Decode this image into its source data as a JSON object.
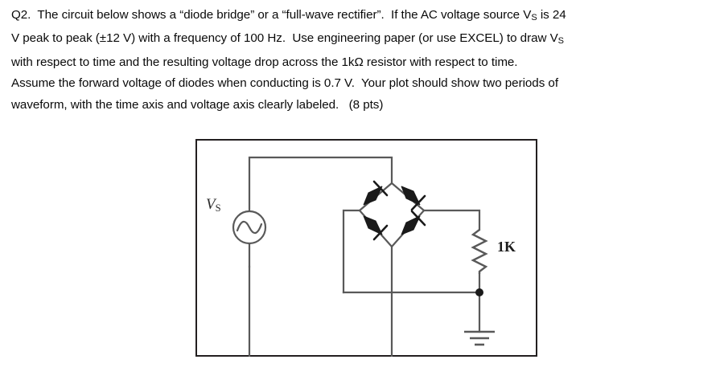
{
  "document": {
    "question_id": "Q2.",
    "lines": [
      {
        "id": "line1",
        "segments": [
          {
            "text": "Q2.  The circuit below shows a “diode bridge” or a “full-wave rectifier”.  If the AC voltage source V"
          },
          {
            "text": "S",
            "sub": true
          },
          {
            "text": " is 24"
          }
        ]
      },
      {
        "id": "line2",
        "segments": [
          {
            "text": "V peak to peak (±12 V) with a frequency of 100 Hz.  Use engineering paper (or use EXCEL) to draw V"
          },
          {
            "text": "S",
            "sub": true
          }
        ]
      },
      {
        "id": "line3",
        "segments": [
          {
            "text": "with respect to time and the resulting voltage drop across the 1kΩ resistor with respect to time."
          }
        ]
      },
      {
        "id": "line4",
        "segments": [
          {
            "text": "Assume the forward voltage of diodes when conducting is 0.7 V.  Your plot should show two periods of"
          }
        ]
      },
      {
        "id": "line5",
        "segments": [
          {
            "text": "waveform, with the time axis and voltage axis clearly labeled.   (8 pts)"
          }
        ]
      }
    ],
    "plain_text": "Q2.  The circuit below shows a “diode bridge” or a “full-wave rectifier”.  If the AC voltage source VS is 24 V peak to peak (±12 V) with a frequency of 100 Hz.  Use engineering paper (or use EXCEL) to draw VS with respect to time and the resulting voltage drop across the 1kΩ resistor with respect to time. Assume the forward voltage of diodes when conducting is 0.7 V.  Your plot should show two periods of waveform, with the time axis and voltage axis clearly labeled.   (8 pts)",
    "points": "(8 pts)"
  },
  "figure": {
    "caption": "",
    "circuit_type": "full-wave rectifier diode bridge",
    "source": {
      "label_main": "V",
      "label_sub": "S",
      "symbol": "ac-source-sine"
    },
    "resistor": {
      "label": "1K",
      "symbol": "zigzag-resistor"
    },
    "ground": {
      "symbol": "earth-ground"
    },
    "diodes": [
      {
        "name": "diode-top-left",
        "direction": "up-right"
      },
      {
        "name": "diode-top-right",
        "direction": "down-right"
      },
      {
        "name": "diode-bottom-left",
        "direction": "down-right"
      },
      {
        "name": "diode-bottom-right",
        "direction": "up-right"
      }
    ],
    "colors": {
      "wire": "#595959",
      "border": "#231f20",
      "diode_fill": "#1a1a1a",
      "text": "#0a0a0a"
    }
  }
}
